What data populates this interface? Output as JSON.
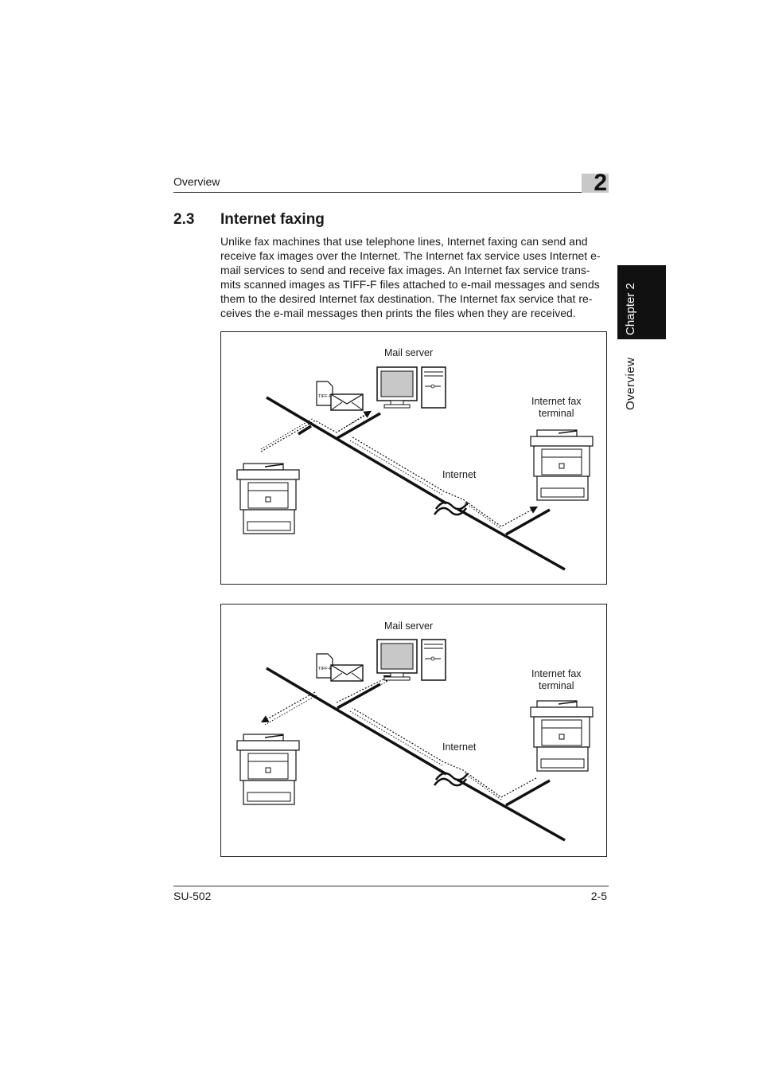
{
  "header": {
    "section_label": "Overview",
    "chapter_number": "2"
  },
  "side_tab": {
    "chapter_label": "Chapter 2",
    "section_label": "Overview"
  },
  "section": {
    "number": "2.3",
    "title": "Internet faxing"
  },
  "body_lines": [
    "Unlike fax machines that use telephone lines, Internet faxing can send and",
    "receive fax images over the Internet. The Internet fax service uses Internet e-",
    "mail services to send and receive fax images. An Internet fax service trans-",
    "mits scanned images as TIFF-F files attached to e-mail messages and sends",
    "them to the desired Internet fax destination. The Internet fax service that re-",
    "ceives the e-mail messages then prints the files when they are received."
  ],
  "figure1": {
    "mail_server": "Mail server",
    "internet_fax_terminal": [
      "Internet fax",
      "terminal"
    ],
    "internet": "Internet",
    "tiff_label": "TIFF-F"
  },
  "figure2": {
    "mail_server": "Mail server",
    "internet_fax_terminal": [
      "Internet fax",
      "terminal"
    ],
    "internet": "Internet",
    "tiff_label": "TIFF-F"
  },
  "footer": {
    "model": "SU-502",
    "page": "2-5"
  }
}
